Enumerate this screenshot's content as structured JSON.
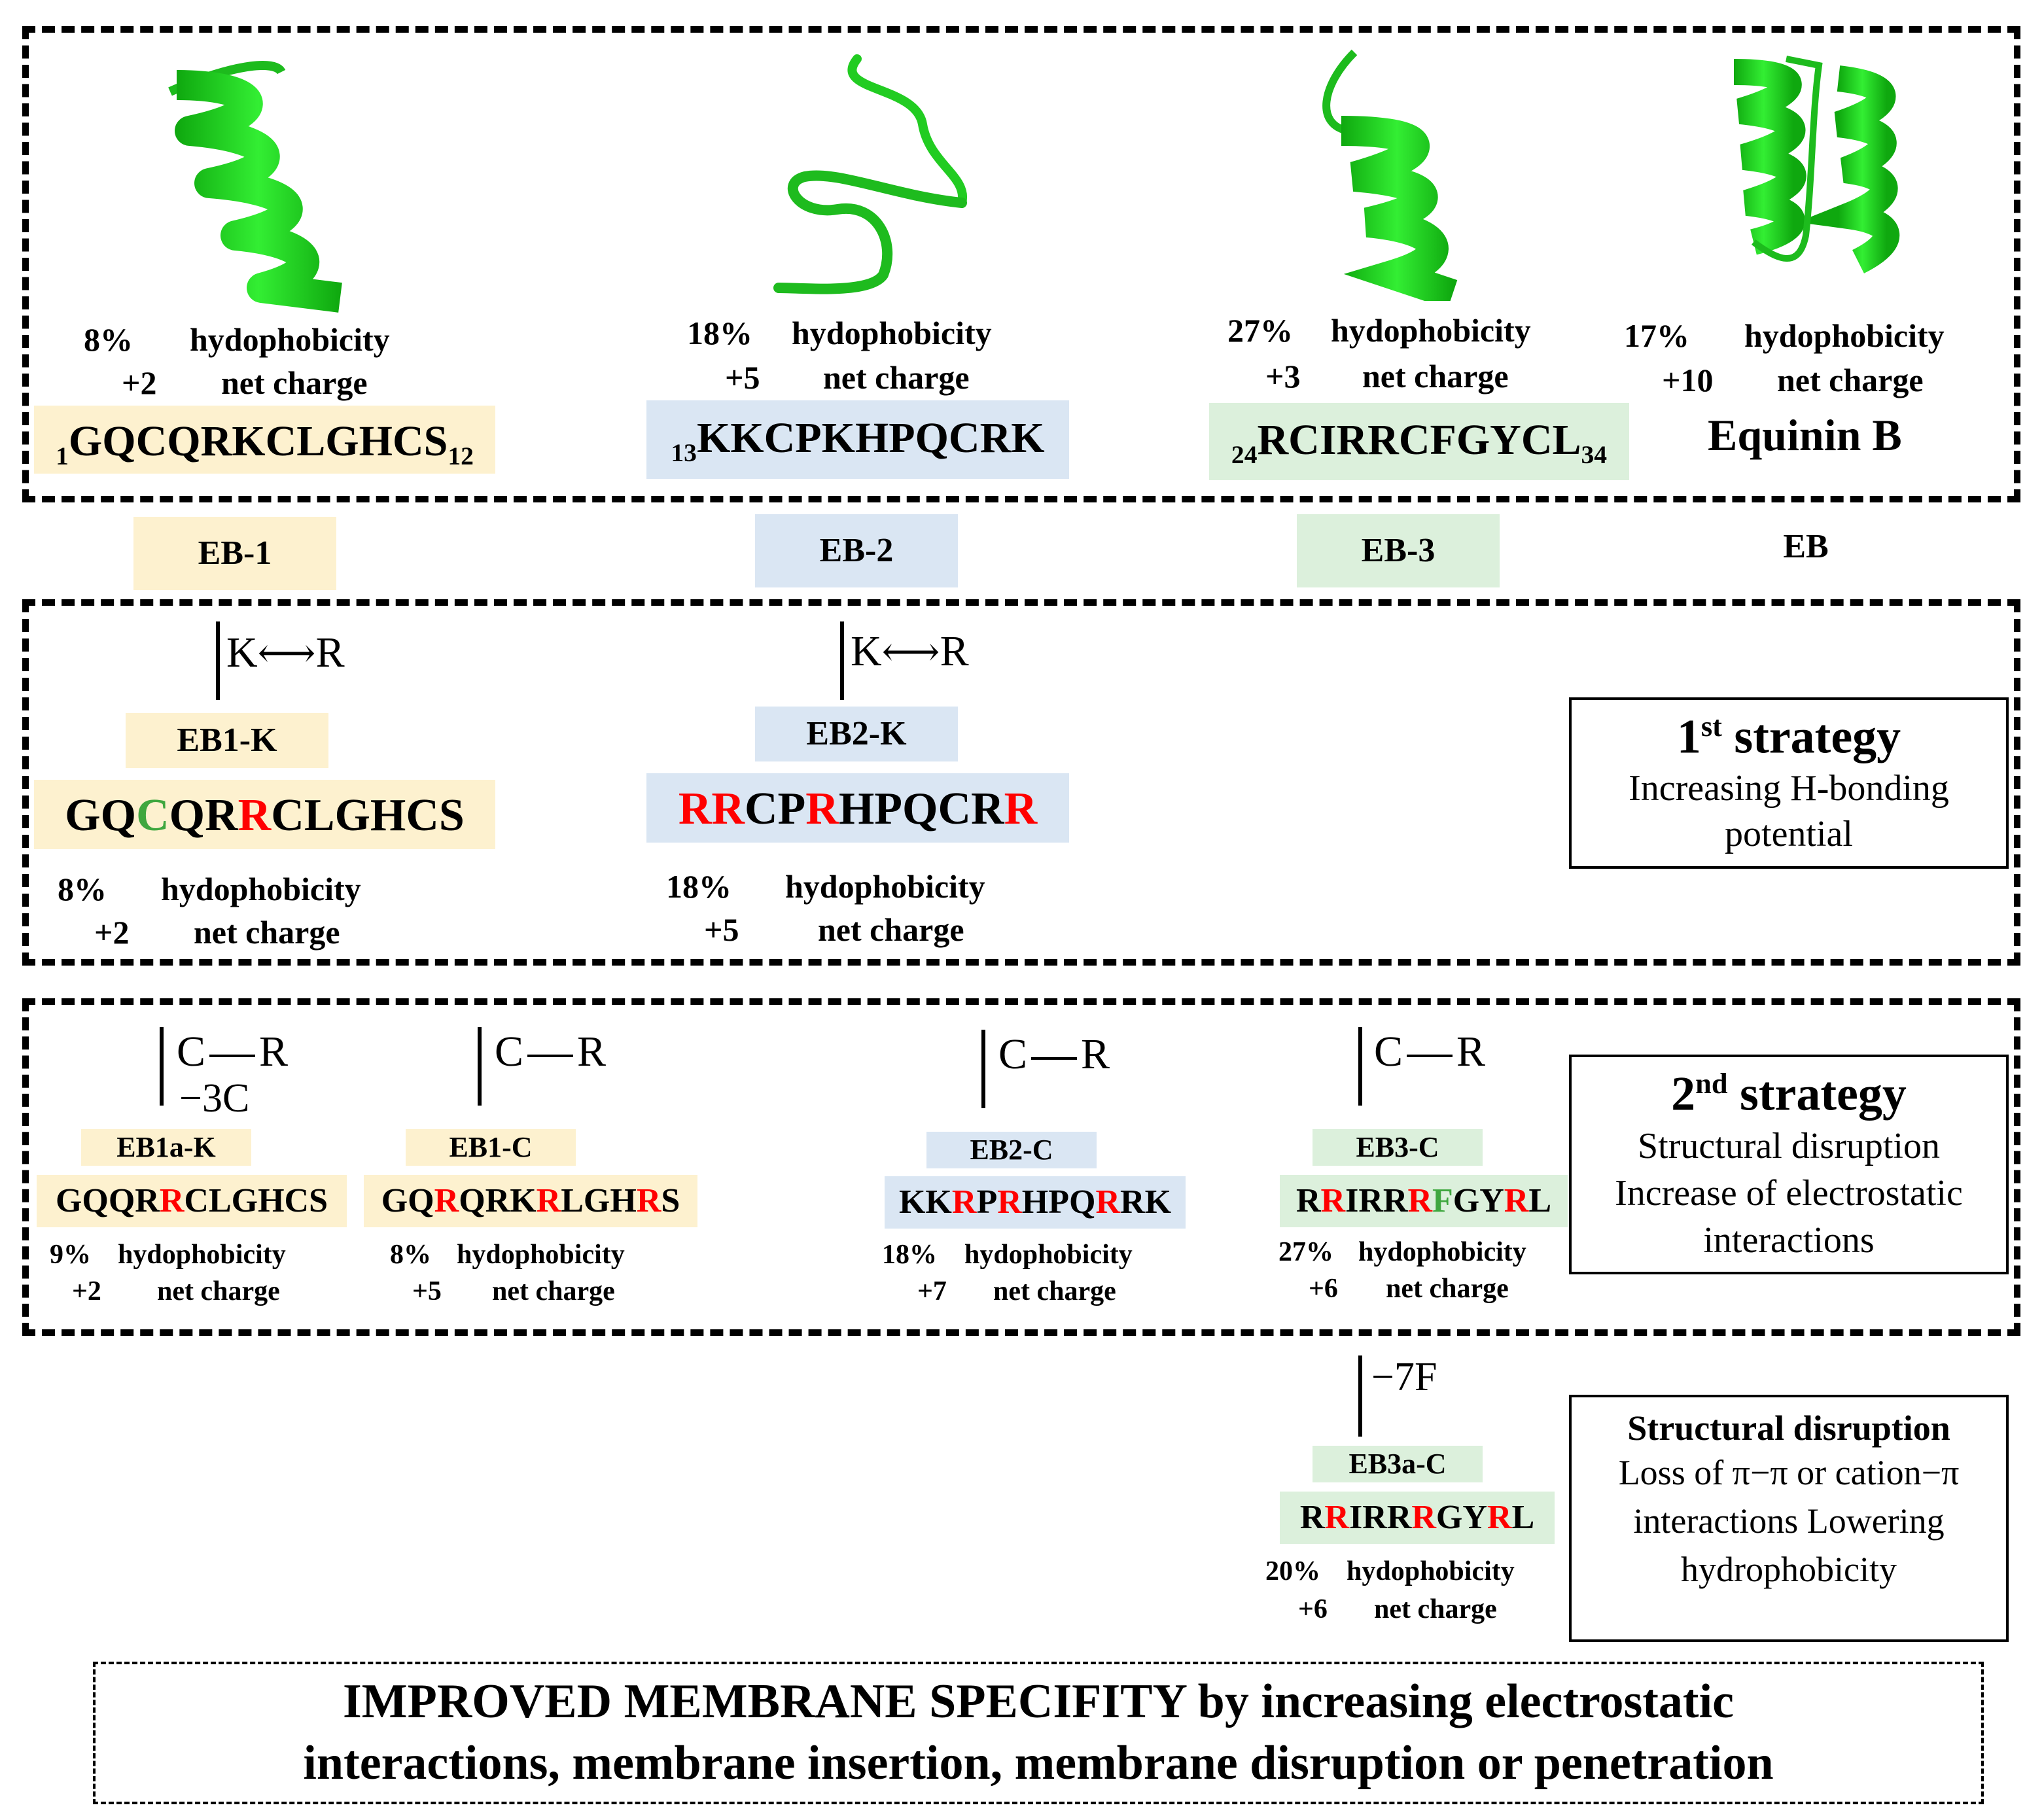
{
  "top": {
    "eb1": {
      "hydro_pct": "8%",
      "hydro_label": "hydophobicity",
      "charge": "+2",
      "charge_label": "net charge",
      "seq_start": "1",
      "seq": "GQCQRKCLGHCS",
      "seq_end": "12",
      "tag": "EB-1"
    },
    "eb2": {
      "hydro_pct": "18%",
      "hydro_label": "hydophobicity",
      "charge": "+5",
      "charge_label": "net charge",
      "seq_start": "13",
      "seq": "KKCPKHPQCRK",
      "tag": "EB-2"
    },
    "eb3": {
      "hydro_pct": "27%",
      "hydro_label": "hydophobicity",
      "charge": "+3",
      "charge_label": "net charge",
      "seq_start": "24",
      "seq": "RCIRRCFGYCL",
      "seq_end": "34",
      "tag": "EB-3"
    },
    "eb": {
      "hydro_pct": "17%",
      "hydro_label": "hydophobicity",
      "charge": "+10",
      "charge_label": "net charge",
      "name": "Equinin B",
      "tag": "EB"
    }
  },
  "strategy1": {
    "mutation": {
      "from": "K",
      "to": "R"
    },
    "title": "1",
    "title_sup": "st",
    "title_rest": " strategy",
    "desc": "Increasing H-bonding potential",
    "eb1k": {
      "tag": "EB1-K",
      "hydro_pct": "8%",
      "hydro_label": "hydophobicity",
      "charge": "+2",
      "charge_label": "net charge",
      "seq": [
        {
          "t": "GQ",
          "c": "k"
        },
        {
          "t": "C",
          "c": "g"
        },
        {
          "t": "QR",
          "c": "k"
        },
        {
          "t": "R",
          "c": "r"
        },
        {
          "t": "CLGHCS",
          "c": "k"
        }
      ]
    },
    "eb2k": {
      "tag": "EB2-K",
      "hydro_pct": "18%",
      "hydro_label": "hydophobicity",
      "charge": "+5",
      "charge_label": "net charge",
      "seq": [
        {
          "t": "RR",
          "c": "r"
        },
        {
          "t": "CP",
          "c": "k"
        },
        {
          "t": "R",
          "c": "r"
        },
        {
          "t": "HPQCR",
          "c": "k"
        },
        {
          "t": "R",
          "c": "r"
        }
      ]
    }
  },
  "strategy2": {
    "mutation": {
      "from": "C",
      "to": "R"
    },
    "deletion_eb1a": "−3C",
    "title": "2",
    "title_sup": "nd",
    "title_rest": " strategy",
    "desc1": "Structural disruption",
    "desc2": "Increase of electrostatic interactions",
    "eb1ak": {
      "tag": "EB1a-K",
      "hydro_pct": "9%",
      "hydro_label": "hydophobicity",
      "charge": "+2",
      "charge_label": "net charge",
      "seq": [
        {
          "t": "GQQR",
          "c": "k"
        },
        {
          "t": "R",
          "c": "r"
        },
        {
          "t": "CLGHCS",
          "c": "k"
        }
      ]
    },
    "eb1c": {
      "tag": "EB1-C",
      "hydro_pct": "8%",
      "hydro_label": "hydophobicity",
      "charge": "+5",
      "charge_label": "net charge",
      "seq": [
        {
          "t": "GQ",
          "c": "k"
        },
        {
          "t": "R",
          "c": "r"
        },
        {
          "t": "QRK",
          "c": "k"
        },
        {
          "t": "R",
          "c": "r"
        },
        {
          "t": "LGH",
          "c": "k"
        },
        {
          "t": "R",
          "c": "r"
        },
        {
          "t": "S",
          "c": "k"
        }
      ]
    },
    "eb2c": {
      "tag": "EB2-C",
      "hydro_pct": "18%",
      "hydro_label": "hydophobicity",
      "charge": "+7",
      "charge_label": "net charge",
      "seq": [
        {
          "t": "KK",
          "c": "k"
        },
        {
          "t": "R",
          "c": "r"
        },
        {
          "t": "P",
          "c": "k"
        },
        {
          "t": "R",
          "c": "r"
        },
        {
          "t": "HPQ",
          "c": "k"
        },
        {
          "t": "R",
          "c": "r"
        },
        {
          "t": "RK",
          "c": "k"
        }
      ]
    },
    "eb3c": {
      "tag": "EB3-C",
      "hydro_pct": "27%",
      "hydro_label": "hydophobicity",
      "charge": "+6",
      "charge_label": "net charge",
      "seq": [
        {
          "t": "R",
          "c": "k"
        },
        {
          "t": "R",
          "c": "r"
        },
        {
          "t": "IRR",
          "c": "k"
        },
        {
          "t": "R",
          "c": "r"
        },
        {
          "t": "F",
          "c": "g"
        },
        {
          "t": "GY",
          "c": "k"
        },
        {
          "t": "R",
          "c": "r"
        },
        {
          "t": "L",
          "c": "k"
        }
      ]
    }
  },
  "strategy3": {
    "deletion": "−7F",
    "title": "Structural disruption",
    "desc": "Loss of π−π or cation−π interactions Lowering hydrophobicity",
    "eb3ac": {
      "tag": "EB3a-C",
      "hydro_pct": "20%",
      "hydro_label": "hydophobicity",
      "charge": "+6",
      "charge_label": "net charge",
      "seq": [
        {
          "t": "R",
          "c": "k"
        },
        {
          "t": "R",
          "c": "r"
        },
        {
          "t": "IRR",
          "c": "k"
        },
        {
          "t": "R",
          "c": "r"
        },
        {
          "t": "GY",
          "c": "k"
        },
        {
          "t": "R",
          "c": "r"
        },
        {
          "t": "L",
          "c": "k"
        }
      ]
    }
  },
  "footer": {
    "line1": "IMPROVED MEMBRANE SPECIFITY by increasing electrostatic",
    "line2": "interactions, membrane insertion, membrane disruption or penetration"
  },
  "colors": {
    "yellow": "#fdf1cf",
    "blue": "#dae6f3",
    "green": "#dcf0dc",
    "mut_red": "#ff0000",
    "mut_green": "#3fa73f",
    "helix": "#22cc22"
  }
}
